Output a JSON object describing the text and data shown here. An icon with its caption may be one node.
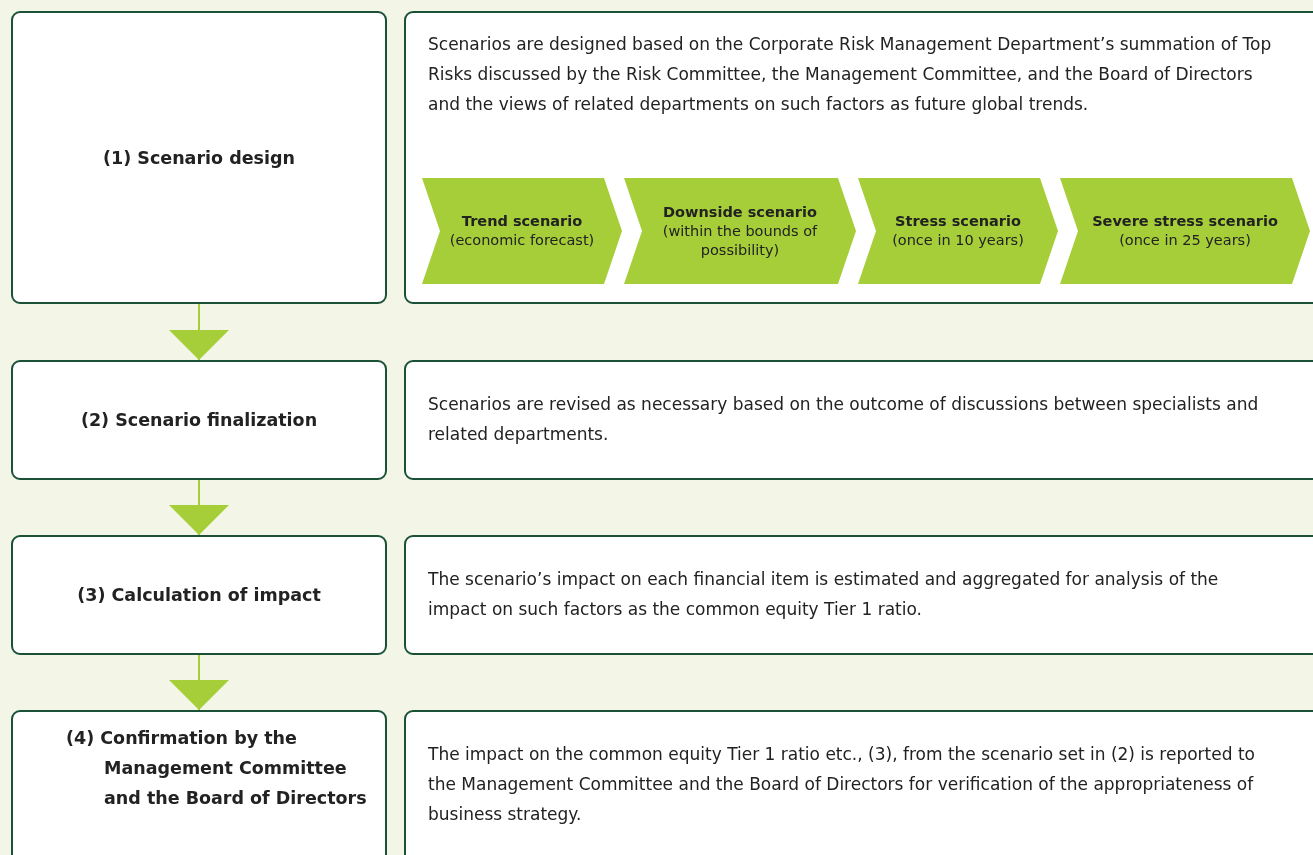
{
  "diagram": {
    "nodes": [
      {
        "text": [
          "(1) Scenario design"
        ]
      },
      {
        "text": [
          "Scenarios are designed based on the Corporate Risk Management Department’s summation of Top Risks discussed by the Risk Committee, the Management Committee, and the Board of Directors and the views of related departments on such factors as future global trends."
        ]
      },
      {
        "text": [
          "Trend scenario",
          "(economic forecast)"
        ],
        "in": 1
      },
      {
        "text": [
          "Downside scenario",
          "(within the bounds of possibility)"
        ],
        "in": 1
      },
      {
        "text": [
          "Stress scenario",
          "(once in 10 years)"
        ],
        "in": 1
      },
      {
        "text": [
          "Severe stress scenario",
          "(once in 25 years)"
        ],
        "in": 1
      },
      {
        "text": [
          "(2) Scenario finalization"
        ]
      },
      {
        "text": [
          "Scenarios are revised as necessary based on the outcome of discussions between specialists and related departments."
        ]
      },
      {
        "text": [
          "(3) Calculation of impact"
        ]
      },
      {
        "text": [
          "The scenario’s impact on each financial item is estimated and aggregated for analysis of the impact on such factors as the common equity Tier 1 ratio."
        ]
      },
      {
        "text": [
          "(4) Confirmation by the Management Committee and the Board of Directors"
        ]
      },
      {
        "text": [
          "The impact on the common equity Tier 1 ratio etc., (3), from the scenario set in (2) is reported to the Management Committee and the Board of Directors for verification of the appropriateness of business strategy."
        ]
      }
    ],
    "edges": [
      {
        "from": 0,
        "to": 6,
        "arrow": "to"
      },
      {
        "from": 6,
        "to": 8,
        "arrow": "to"
      },
      {
        "from": 8,
        "to": 10,
        "arrow": "to"
      }
    ]
  }
}
